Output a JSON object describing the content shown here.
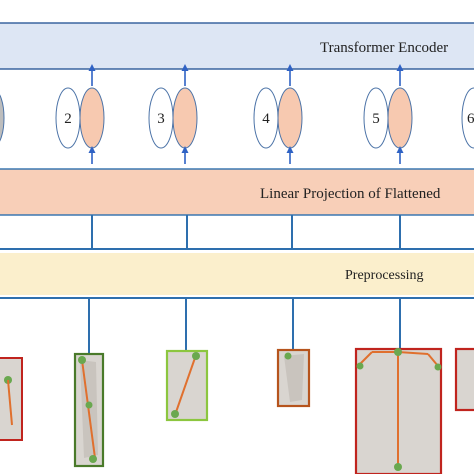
{
  "bands": {
    "encoder": "Transformer Encoder",
    "projection": "Linear Projection of Flattened",
    "preprocessing": "Preprocessing"
  },
  "tokens": [
    "2",
    "3",
    "4",
    "5",
    "6"
  ],
  "colors": {
    "encoder_fill": "#dde6f4",
    "encoder_border": "#2e5b9a",
    "projection_fill": "#f8cfb8",
    "preprocessing_fill": "#fbefcc",
    "line_blue": "#2e6fae",
    "arrow_blue": "#2f62c4",
    "token_fill": "#f7c9b0",
    "token_stroke": "#4d74a8",
    "patch_bg": "#d9d5d0",
    "bone_orange": "#e0702e",
    "joint_green": "#6aa84f",
    "box_red": "#c0241e",
    "box_green": "#4a7a2a",
    "box_lightgreen": "#8cc63f",
    "box_brown": "#b6541d"
  }
}
